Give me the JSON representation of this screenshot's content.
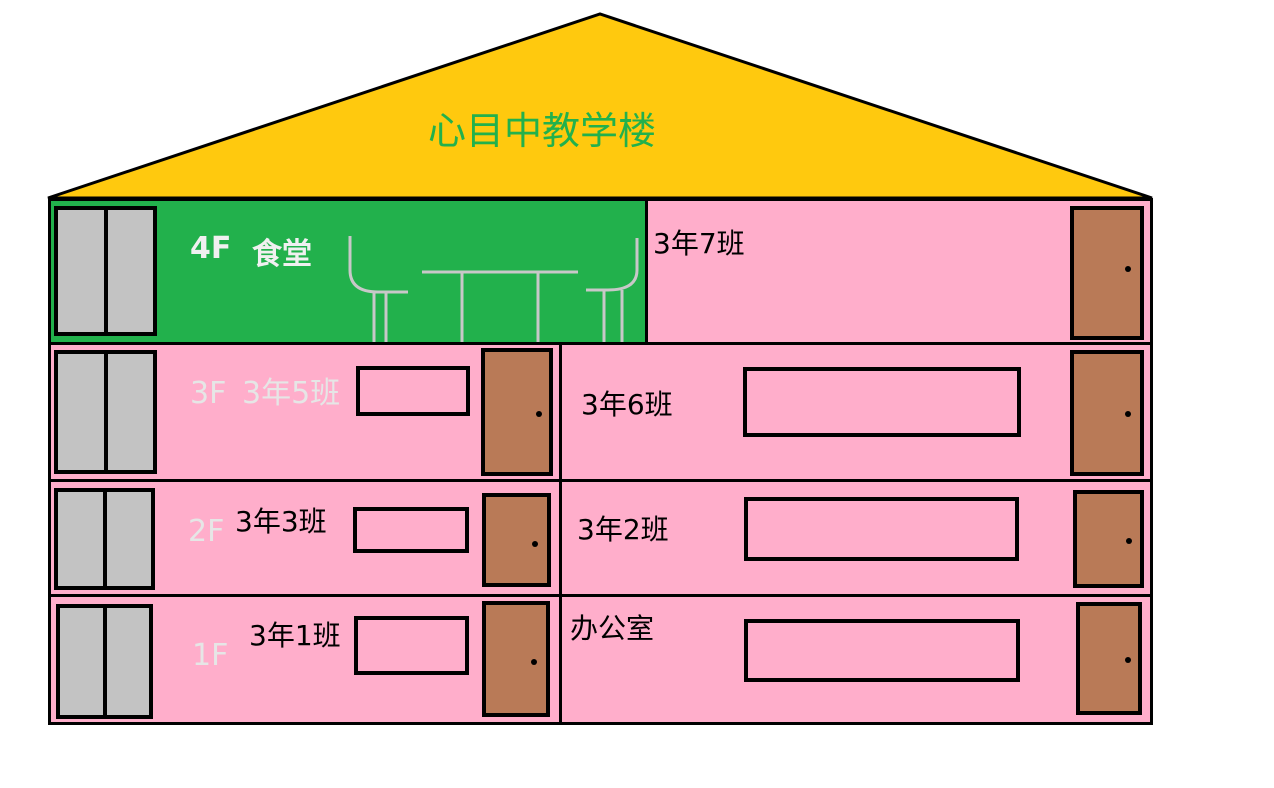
{
  "building": {
    "title": "心目中教学楼",
    "colors": {
      "roof": "#ffc90e",
      "classroom": "#ffaecb",
      "canteen": "#22b14c",
      "door": "#b97a57",
      "elevator": "#c3c3c3",
      "title_text": "#22b14c"
    }
  },
  "floors": {
    "f4": {
      "floor_label": "4F",
      "left_room": "食堂",
      "right_room": "3年7班"
    },
    "f3": {
      "floor_label": "3F",
      "left_room": "3年5班",
      "right_room": "3年6班"
    },
    "f2": {
      "floor_label": "2F",
      "left_room": "3年3班",
      "right_room": "3年2班"
    },
    "f1": {
      "floor_label": "1F",
      "left_room": "3年1班",
      "right_room": "办公室"
    }
  }
}
